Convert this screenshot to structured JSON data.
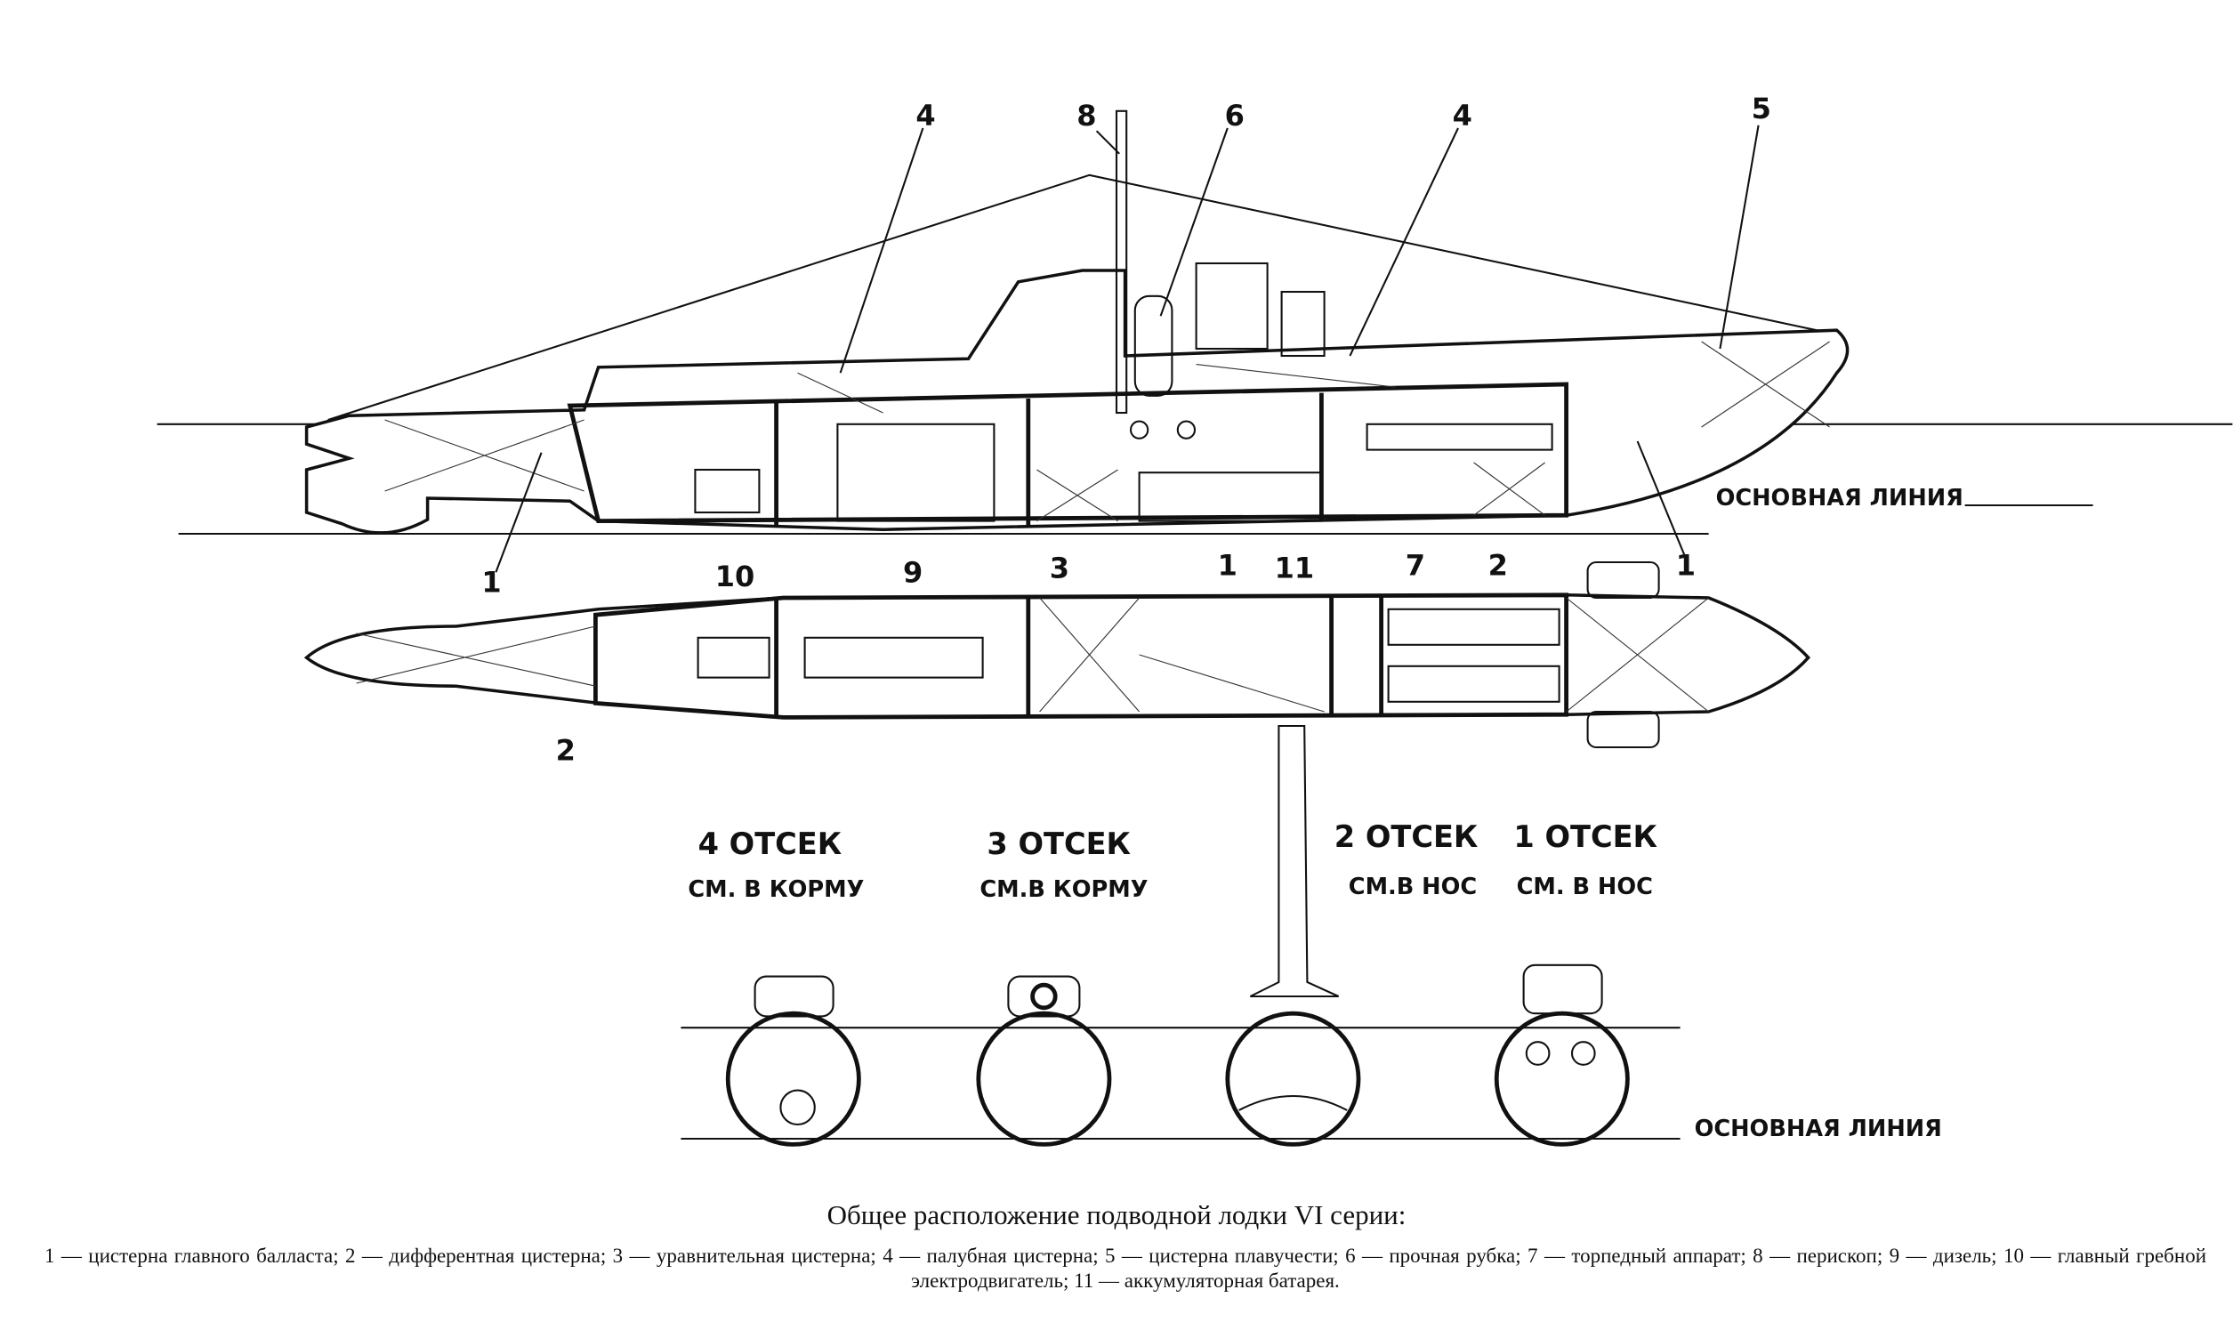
{
  "top_view": {
    "callouts": [
      "4",
      "8",
      "6",
      "4",
      "5"
    ],
    "baseline_label": "ОСНОВНАЯ ЛИНИЯ"
  },
  "plan_view": {
    "callouts": [
      "1",
      "10",
      "9",
      "3",
      "1",
      "11",
      "7",
      "2",
      "1",
      "2"
    ]
  },
  "sections": [
    {
      "title": "4 ОТСЕК",
      "subtitle": "СМ. В КОРМУ"
    },
    {
      "title": "3 ОТСЕК",
      "subtitle": "СМ.В КОРМУ"
    },
    {
      "title": "2 ОТСЕК",
      "subtitle": "СМ.В НОС"
    },
    {
      "title": "1 ОТСЕК",
      "subtitle": "СМ. В НОС"
    }
  ],
  "sections_baseline_label": "ОСНОВНАЯ ЛИНИЯ",
  "caption": {
    "title": "Общее расположение подводной лодки VI серии:",
    "legend": "1 — цистерна главного балласта; 2 — дифферентная цистерна; 3 — уравнительная цистерна; 4 — палубная цистерна; 5 — цистерна плавучести; 6 — прочная рубка; 7 — торпедный аппарат; 8 — перископ; 9 — дизель; 10 — главный гребной электродвигатель; 11 — аккумуляторная батарея."
  }
}
